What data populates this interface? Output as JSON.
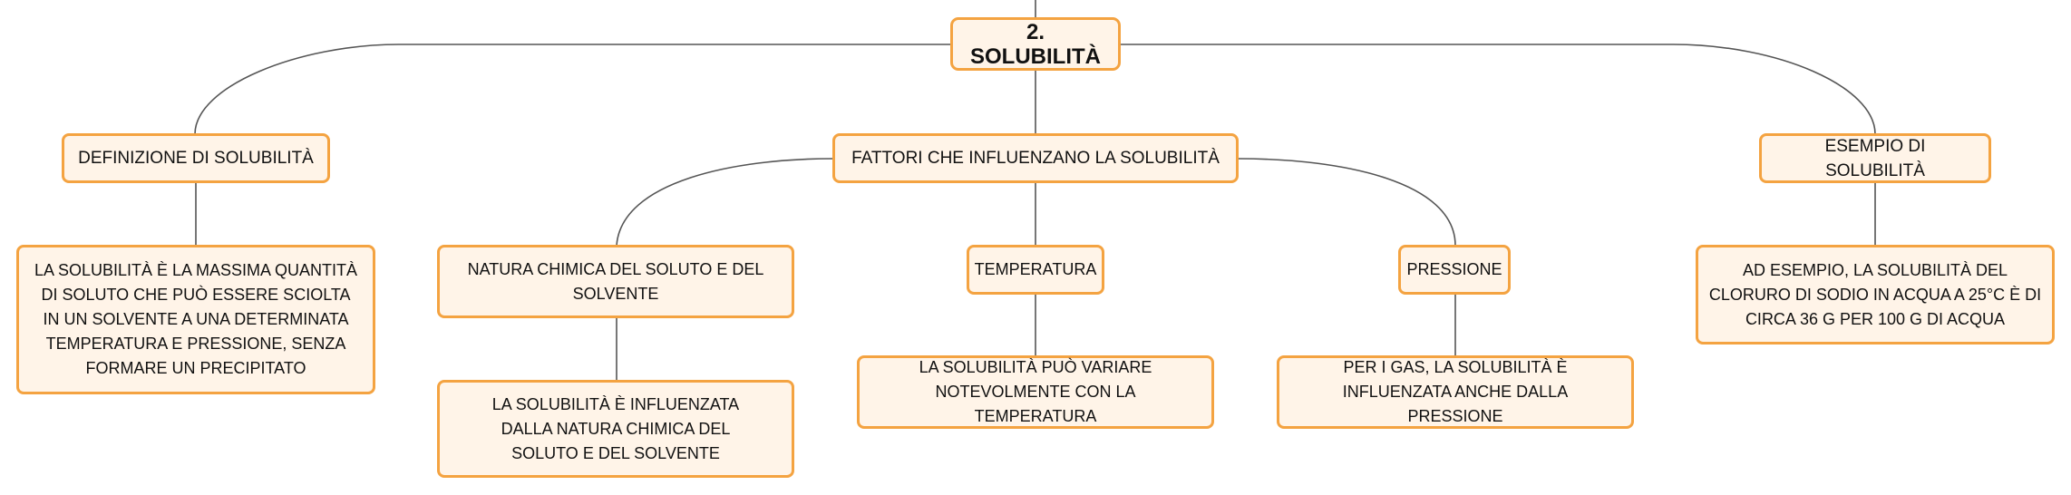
{
  "root": {
    "label": "2. SOLUBILITÀ"
  },
  "definizione": {
    "label": "DEFINIZIONE DI SOLUBILITÀ",
    "detail": "LA SOLUBILITÀ È LA MASSIMA QUANTITÀ DI SOLUTO CHE PUÒ ESSERE SCIOLTA IN UN SOLVENTE A UNA DETERMINATA TEMPERATURA E PRESSIONE, SENZA FORMARE UN PRECIPITATO"
  },
  "fattori": {
    "label": "FATTORI CHE INFLUENZANO LA SOLUBILITÀ",
    "natura": {
      "label": "NATURA CHIMICA DEL SOLUTO E DEL SOLVENTE",
      "detail": "LA SOLUBILITÀ È INFLUENZATA DALLA NATURA CHIMICA DEL SOLUTO E DEL SOLVENTE"
    },
    "temperatura": {
      "label": "TEMPERATURA",
      "detail": "LA SOLUBILITÀ PUÒ VARIARE NOTEVOLMENTE CON LA TEMPERATURA"
    },
    "pressione": {
      "label": "PRESSIONE",
      "detail": "PER I GAS, LA SOLUBILITÀ È INFLUENZATA ANCHE DALLA PRESSIONE"
    }
  },
  "esempio": {
    "label": "ESEMPIO DI SOLUBILITÀ",
    "detail": "AD ESEMPIO, LA SOLUBILITÀ DEL CLORURO DI SODIO IN ACQUA A 25°C È DI CIRCA 36 G PER 100 G DI ACQUA"
  },
  "colors": {
    "node_fill": "#fff4e8",
    "node_border": "#f4a341",
    "connector": "#555555"
  }
}
